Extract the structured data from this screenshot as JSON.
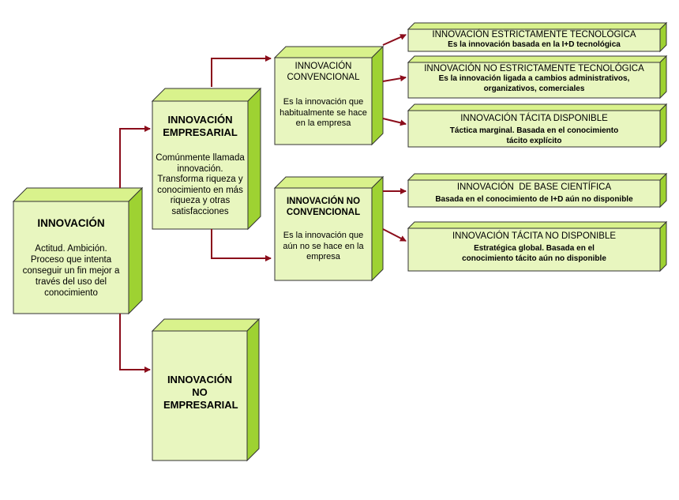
{
  "colors": {
    "face": "#e8f6bf",
    "side": "#9ed232",
    "top": "#d9f28c",
    "arrow": "#8b0d1b",
    "border": "#333333"
  },
  "nodes": {
    "innovacion": {
      "title": "INNOVACIÓN",
      "text": "Actitud. Ambición. Proceso que intenta conseguir un fin mejor a través del uso del conocimiento"
    },
    "empresarial": {
      "title": "INNOVACIÓN EMPRESARIAL",
      "text": "Comúnmente llamada innovación. Transforma riqueza y conocimiento en más riqueza y otras satisfacciones"
    },
    "no_empresarial": {
      "title": "INNOVACIÓN NO EMPRESARIAL"
    },
    "convencional": {
      "title": "INNOVACIÓN CONVENCIONAL",
      "text": "Es la innovación que habitualmente se hace en la empresa"
    },
    "no_convencional": {
      "title": "INNOVACIÓN NO CONVENCIONAL",
      "text": "Es la innovación que aún no se hace en la empresa"
    },
    "estrictamente": {
      "title": "INNOVACIÓN ESTRICTAMENTE TECNOLÓGICA",
      "text": "Es la innovación basada en la I+D tecnológica"
    },
    "no_estrictamente": {
      "title": "INNOVACIÓN NO ESTRICTAMENTE TECNOLÓGICA",
      "text": "Es la innovación ligada a cambios administrativos, organizativos, comerciales"
    },
    "tacita_disponible": {
      "title": "INNOVACIÓN TÁCITA DISPONIBLE",
      "text": "Táctica marginal. Basada en el conocimiento tácito explícito"
    },
    "base_cientifica": {
      "title": "INNOVACIÓN  DE BASE CIENTÍFICA",
      "text": "Basada en el conocimiento de I+D aún no disponible"
    },
    "tacita_no_disponible": {
      "title": "INNOVACIÓN TÁCITA NO DISPONIBLE",
      "text": "Estratégica global. Basada en el conocimiento tácito aún no disponible"
    }
  }
}
